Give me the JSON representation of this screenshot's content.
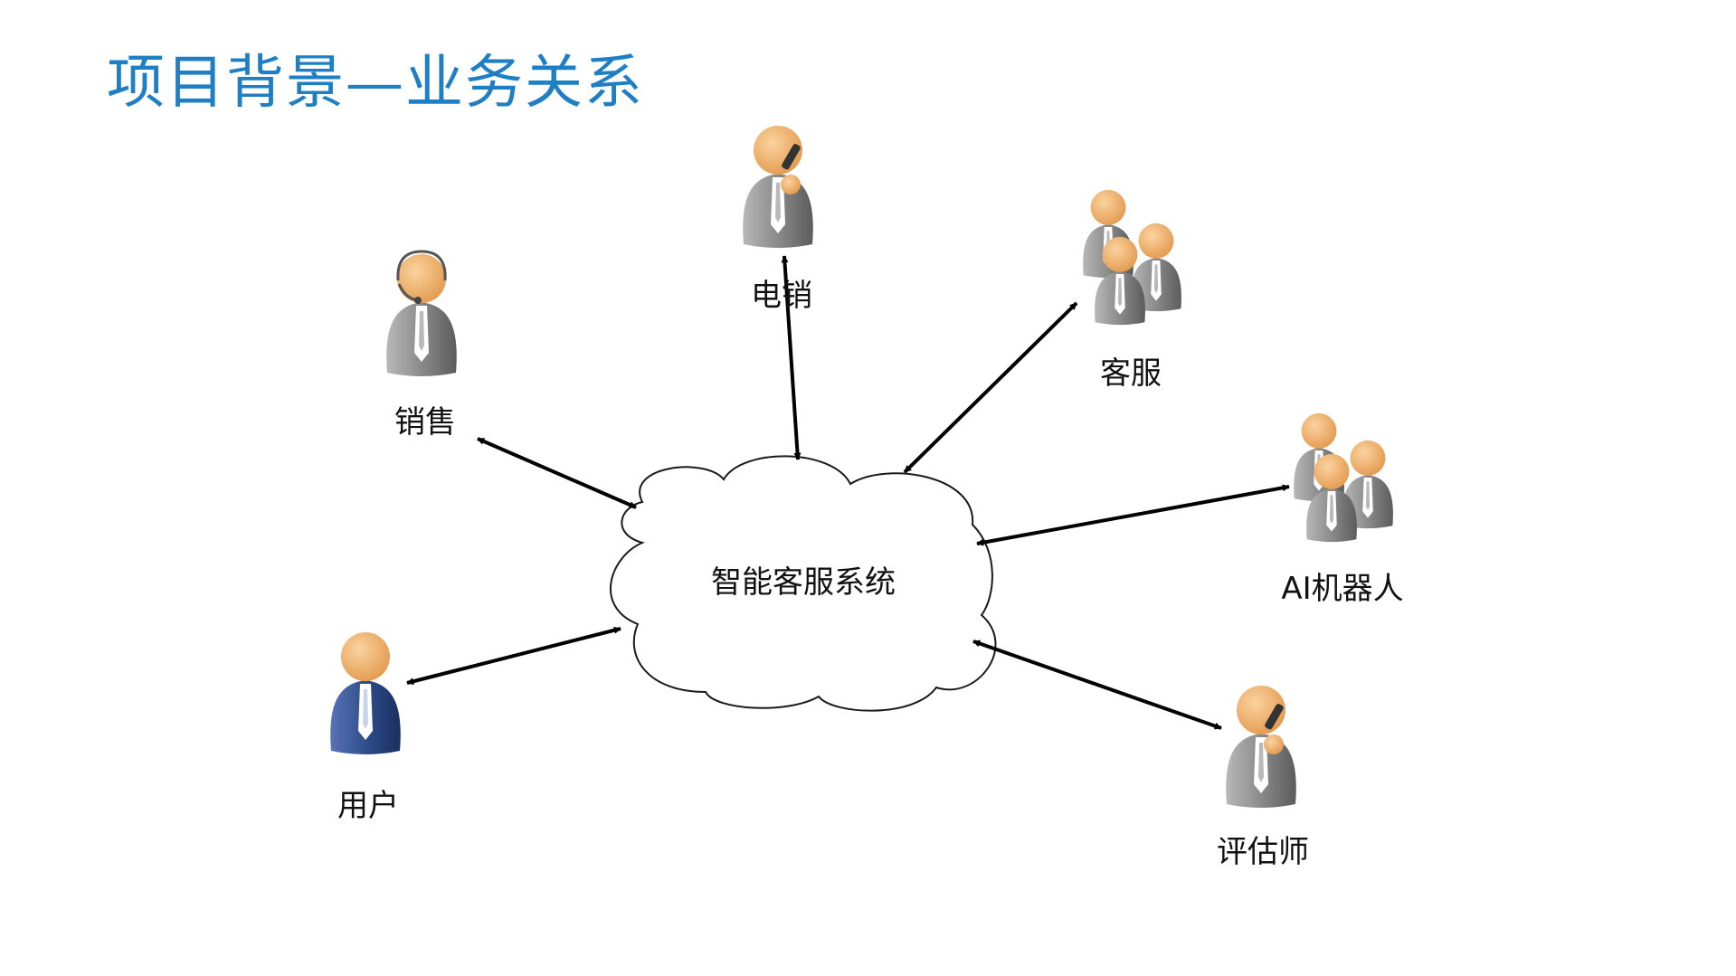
{
  "page_title": "项目背景—业务关系",
  "center": {
    "label": "智能客服系统"
  },
  "nodes": [
    {
      "id": "sales",
      "label": "销售",
      "icon": "headset-person-icon"
    },
    {
      "id": "telesales",
      "label": "电销",
      "icon": "phone-person-icon"
    },
    {
      "id": "customer_service",
      "label": "客服",
      "icon": "person-group-icon"
    },
    {
      "id": "ai_robot",
      "label": "AI机器人",
      "icon": "person-group-icon"
    },
    {
      "id": "appraiser",
      "label": "评估师",
      "icon": "phone-person-icon"
    },
    {
      "id": "user",
      "label": "用户",
      "icon": "user-person-icon"
    }
  ],
  "edges": [
    {
      "from": "center",
      "to": "sales",
      "direction": "bidirectional"
    },
    {
      "from": "center",
      "to": "telesales",
      "direction": "bidirectional"
    },
    {
      "from": "center",
      "to": "customer_service",
      "direction": "bidirectional"
    },
    {
      "from": "center",
      "to": "ai_robot",
      "direction": "bidirectional"
    },
    {
      "from": "center",
      "to": "appraiser",
      "direction": "bidirectional"
    },
    {
      "from": "center",
      "to": "user",
      "direction": "bidirectional"
    }
  ],
  "colors": {
    "title": "#1f7fc4",
    "head": "#f2b46e",
    "suit_gray": "#8e8e8e",
    "suit_blue": "#2d4d8c",
    "line": "#000000"
  }
}
